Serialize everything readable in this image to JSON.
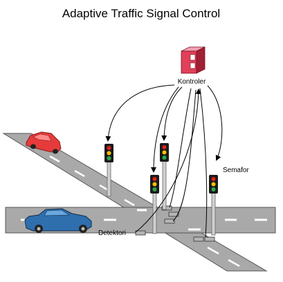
{
  "title": "Adaptive Traffic Signal Control",
  "labels": {
    "controller": "Kontroler",
    "signal": "Semafor",
    "detectors": "Detektori"
  },
  "colors": {
    "road": "#a9a9a9",
    "road_edge": "#555555",
    "lane_marking": "#ffffff",
    "controller_body": "#e0405a",
    "car_front": "#e63b3b",
    "car_front_side": "#ff8a8a",
    "car_main": "#2f6fae",
    "car_main_light": "#6aa8e0",
    "signal_housing": "#1a1a1a",
    "light_red": "#e02020",
    "light_yellow": "#f2c200",
    "light_green": "#2aa84a",
    "pole": "#c8c8c8",
    "arrow": "#000000"
  }
}
